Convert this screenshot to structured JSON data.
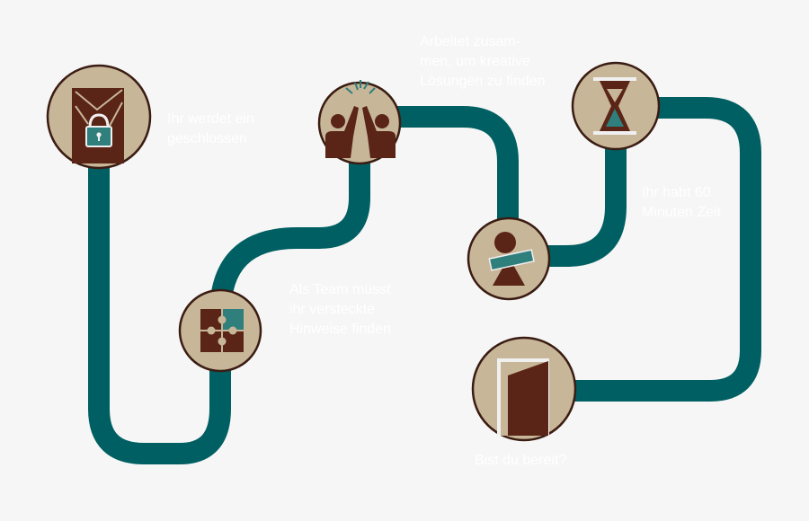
{
  "palette": {
    "background": "#f6f6f6",
    "road": "#005f62",
    "circle_fill": "#c8b699",
    "circle_stroke": "#3a1c12",
    "door": "#5a2416",
    "accent": "#2f7f7c",
    "label_text": "#ffffff"
  },
  "stations": [
    {
      "icon": "locked-door-icon",
      "lines": [
        "Ihr werdet ein",
        "geschlossen"
      ]
    },
    {
      "icon": "puzzle-icon",
      "lines": [
        "Als Team müsst",
        "ihr versteckte",
        "Hinweise finden"
      ]
    },
    {
      "icon": "high-five-icon",
      "lines": [
        "Arbeitet zusam-",
        "men, um kreative",
        "Lösungen zu finden"
      ]
    },
    {
      "icon": "thinker-icon",
      "lines": []
    },
    {
      "icon": "hourglass-icon",
      "lines": [
        "Ihr habt 60",
        "Minuten Zeit"
      ]
    },
    {
      "icon": "open-door-icon",
      "lines": [
        "Bist du bereit?"
      ]
    }
  ]
}
